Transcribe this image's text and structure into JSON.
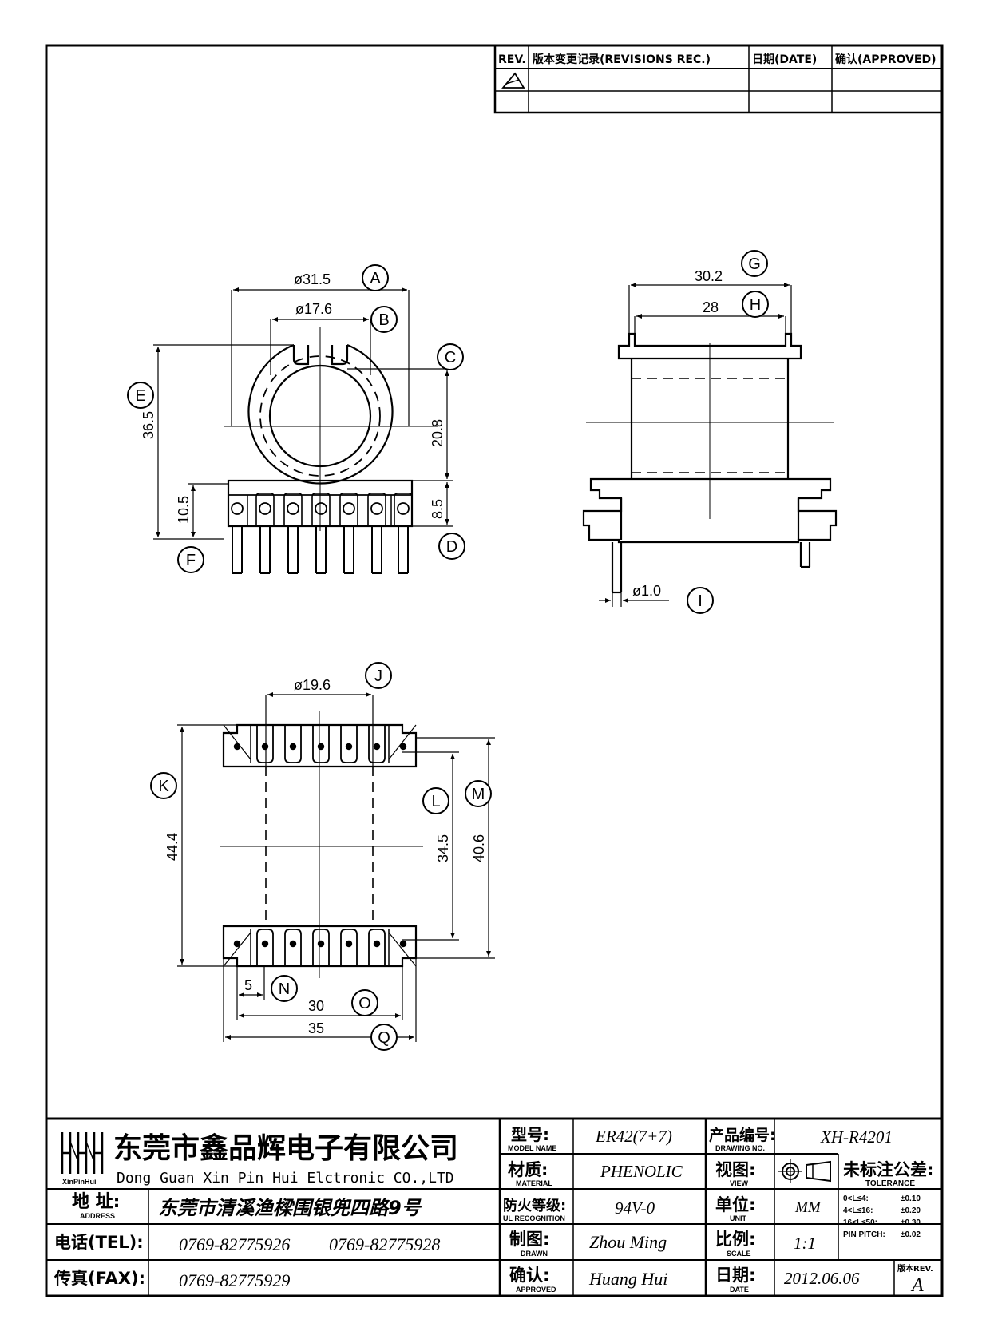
{
  "revision_table": {
    "headers": [
      "REV.",
      "版本变更记录(REVISIONS REC.)",
      "日期(DATE)",
      "确认(APPROVED)"
    ]
  },
  "dimensions": {
    "A": "ø31.5",
    "B": "ø17.6",
    "C": "20.8",
    "D": "8.5",
    "E": "36.5",
    "F": "10.5",
    "G": "30.2",
    "H": "28",
    "I": "ø1.0",
    "J": "ø19.6",
    "K": "44.4",
    "L": "34.5",
    "M": "40.6",
    "N": "5",
    "O": "30",
    "Q": "35"
  },
  "callouts": [
    "A",
    "B",
    "C",
    "D",
    "E",
    "F",
    "G",
    "H",
    "I",
    "J",
    "K",
    "L",
    "M",
    "N",
    "O",
    "Q"
  ],
  "title_block": {
    "company_cn": "东莞市鑫品辉电子有限公司",
    "company_en": "Dong Guan Xin Pin Hui Elctronic CO.,LTD",
    "logo_text": "XinPinHui",
    "address_label": "地  址:",
    "address_label_en": "ADDRESS",
    "address_value": "东莞市清溪渔樑围银兜四路9号",
    "tel_label": "电话(TEL):",
    "tel_1": "0769-82775926",
    "tel_2": "0769-82775928",
    "fax_label": "传真(FAX):",
    "fax_value": "0769-82775929",
    "model_label": "型号:",
    "model_label_en": "MODEL NAME",
    "model_value": "ER42(7+7)",
    "material_label": "材质:",
    "material_label_en": "MATERIAL",
    "material_value": "PHENOLIC",
    "ul_label": "防火等级:",
    "ul_label_en": "UL RECOGNITION",
    "ul_value": "94V-0",
    "drawn_label": "制图:",
    "drawn_label_en": "DRAWN",
    "drawn_value": "Zhou Ming",
    "approved_label": "确认:",
    "approved_label_en": "APPROVED",
    "approved_value": "Huang Hui",
    "drawing_no_label": "产品编号:",
    "drawing_no_label_en": "DRAWING NO.",
    "drawing_no_value": "XH-R4201",
    "view_label": "视图:",
    "view_label_en": "VIEW",
    "unit_label": "单位:",
    "unit_label_en": "UNIT",
    "unit_value": "MM",
    "scale_label": "比例:",
    "scale_label_en": "SCALE",
    "scale_value": "1:1",
    "date_label": "日期:",
    "date_label_en": "DATE",
    "date_value": "2012.06.06",
    "tolerance_label": "未标注公差:",
    "tolerance_label_en": "TOLERANCE",
    "tolerances": [
      {
        "range": "0<L≤4:",
        "value": "±0.10"
      },
      {
        "range": "4<L≤16:",
        "value": "±0.20"
      },
      {
        "range": "16<L≤50:",
        "value": "±0.30"
      },
      {
        "range": "PIN PITCH:",
        "value": "±0.02"
      }
    ],
    "rev_label": "版本REV.",
    "rev_value": "A"
  }
}
